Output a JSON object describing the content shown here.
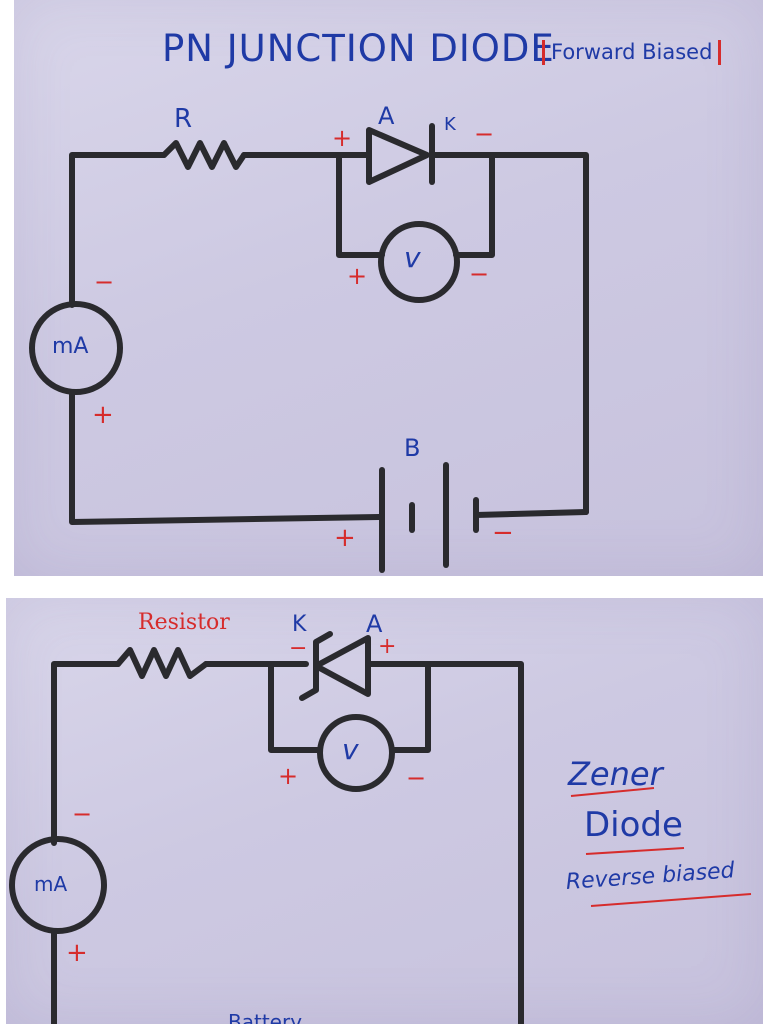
{
  "top": {
    "title": "PN JUNCTION DIODE",
    "title_note": "Forward Biased",
    "resistor_label": "R",
    "anode_label": "A",
    "cathode_label": "K",
    "voltmeter_label": "v",
    "ammeter_label": "mA",
    "battery_label": "B",
    "plus": "+",
    "minus": "−"
  },
  "bottom": {
    "resistor_label": "Resistor",
    "cathode_label": "K",
    "anode_label": "A",
    "voltmeter_label": "v",
    "ammeter_label": "mA",
    "heading_line1": "Zener",
    "heading_line2": "Diode",
    "heading_line3": "Reverse biased",
    "battery_label_partial": "Battery",
    "plus": "+",
    "minus": "−"
  },
  "colors": {
    "ink_blue": "#1f3aa6",
    "ink_red": "#d62c2c",
    "wire": "#2a2a2e",
    "paper": "#cdc9e2"
  }
}
